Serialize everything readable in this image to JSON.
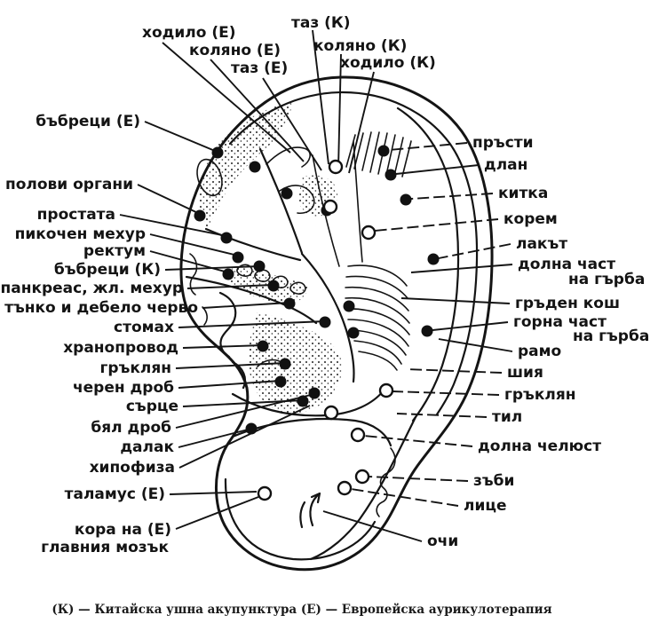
{
  "title": "Ear acupuncture zones diagram (Bulgarian)",
  "caption": "(К) — Китайска ушна акупунктура (Е) — Европейска аурикулотерапия",
  "colors": {
    "ink": "#141414",
    "background": "#ffffff",
    "point_filled": "#111111",
    "point_open_fill": "#ffffff"
  },
  "point_legend": {
    "filled_dot": "(К) Китайска ушна акупунктура",
    "open_circle": "(Е) Европейска аурикулотерапия"
  },
  "labels": {
    "hodilo_e": {
      "text": "ходило (Е)"
    },
    "kolyano_e": {
      "text": "коляно (Е)"
    },
    "taz_e": {
      "text": "таз (Е)"
    },
    "taz_k": {
      "text": "таз (К)"
    },
    "kolyano_k": {
      "text": "коляно (К)"
    },
    "hodilo_k": {
      "text": "ходило (К)"
    },
    "babretsi_e": {
      "text": "бъбреци (Е)"
    },
    "polovi_organi": {
      "text": "полови органи"
    },
    "prostata": {
      "text": "простата"
    },
    "pikochen_mehur": {
      "text": "пикочен мехур"
    },
    "rektum": {
      "text": "ректум"
    },
    "babretsi_k": {
      "text": "бъбреци (К)"
    },
    "pankreas": {
      "text": "панкреас, жл. мехур"
    },
    "tanko_debelo": {
      "text": "тънко и дебело черво"
    },
    "stomah": {
      "text": "стомах"
    },
    "hranoprovod": {
      "text": "хранопровод"
    },
    "graklyan_left": {
      "text": "гръклян"
    },
    "cheren_drob": {
      "text": "черен дроб"
    },
    "sartse": {
      "text": "сърце"
    },
    "byal_drob": {
      "text": "бял дроб"
    },
    "dalak": {
      "text": "далак"
    },
    "hipofiza": {
      "text": "хипофиза"
    },
    "talamus_e": {
      "text": "таламус (Е)"
    },
    "kora_line1": {
      "text": "кора на (Е)"
    },
    "kora_line2": {
      "text": "главния мозък"
    },
    "prasti": {
      "text": "пръсти"
    },
    "dlan": {
      "text": "длан"
    },
    "kitka": {
      "text": "китка"
    },
    "korem": {
      "text": "корем"
    },
    "lakat": {
      "text": "лакът"
    },
    "dolna_chast1": {
      "text": "долна част"
    },
    "dolna_chast2": {
      "text": "на гърба"
    },
    "graden_kosh": {
      "text": "гръден кош"
    },
    "gorna_chast1": {
      "text": "горна част"
    },
    "gorna_chast2": {
      "text": "на гърба"
    },
    "ramo": {
      "text": "рамо"
    },
    "shiya": {
      "text": "шия"
    },
    "graklyan_right": {
      "text": "гръклян"
    },
    "til": {
      "text": "тил"
    },
    "dolna_chelyust": {
      "text": "долна челюст"
    },
    "zabi": {
      "text": "зъби"
    },
    "litse": {
      "text": "лице"
    },
    "ochi": {
      "text": "очи"
    }
  }
}
